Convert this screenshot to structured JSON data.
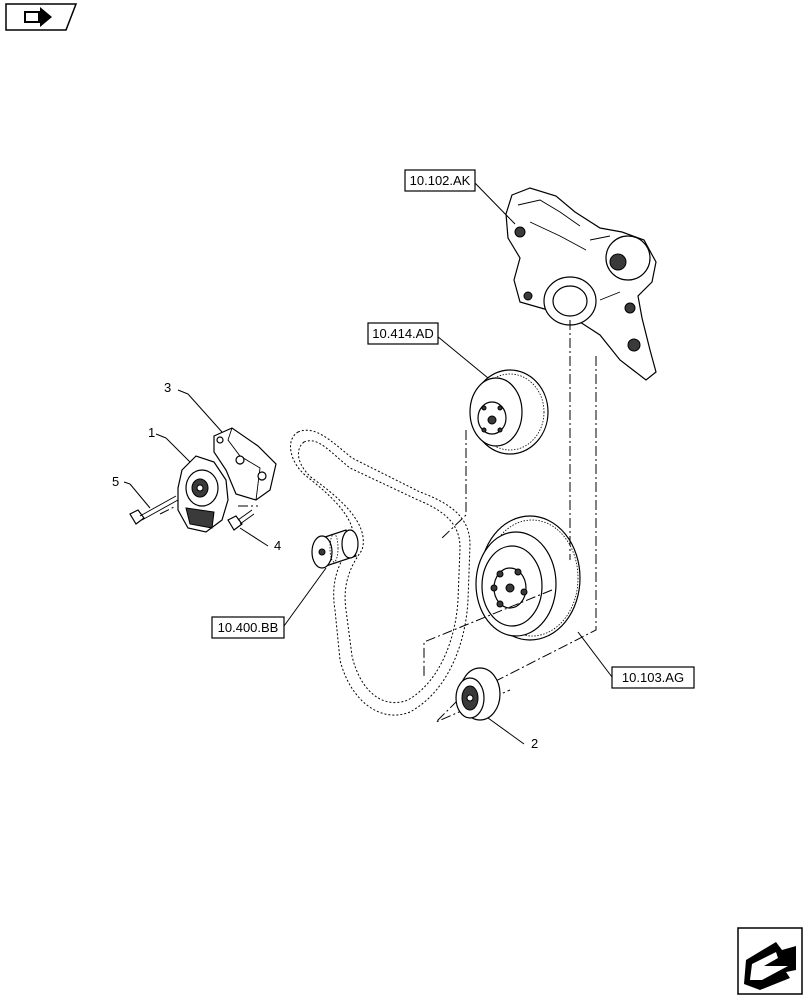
{
  "references": {
    "timing_cover": "10.102.AK",
    "water_pump": "10.414.AD",
    "alternator": "10.400.BB",
    "crank_damper": "10.103.AG"
  },
  "item_numbers": {
    "tensioner": "1",
    "idler_pulley": "2",
    "tensioner_bracket": "3",
    "bracket_screw": "4",
    "tensioner_bolt": "5"
  },
  "nav": {
    "top_left_icon": "book-arrow-icon",
    "bottom_right_icon": "next-page-arrow-icon"
  }
}
